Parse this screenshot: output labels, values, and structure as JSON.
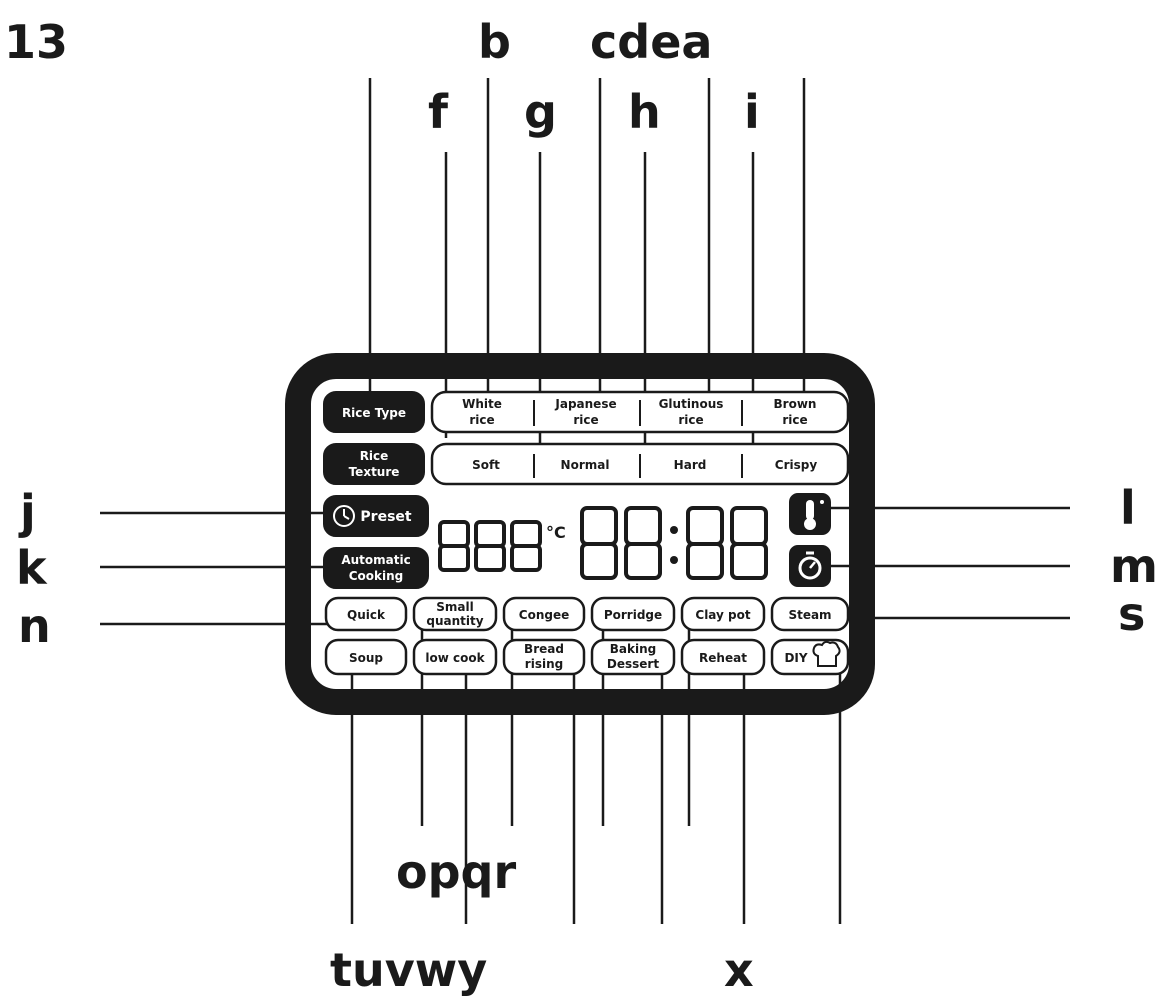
{
  "figure_number": "13",
  "callouts": {
    "b": "b",
    "cdea": "cdea",
    "f": "f",
    "g": "g",
    "h": "h",
    "i": "i",
    "j": "j",
    "k": "k",
    "l": "l",
    "m": "m",
    "n": "n",
    "s": "s",
    "opqr": "opqr",
    "tuvwy": "tuvwy",
    "x": "x"
  },
  "panel": {
    "rice_type": {
      "label": "Rice Type",
      "options": [
        [
          "White",
          "rice"
        ],
        [
          "Japanese",
          "rice"
        ],
        [
          "Glutinous",
          "rice"
        ],
        [
          "Brown",
          "rice"
        ]
      ]
    },
    "rice_texture": {
      "label": [
        "Rice",
        "Texture"
      ],
      "options": [
        "Soft",
        "Normal",
        "Hard",
        "Crispy"
      ]
    },
    "preset": "Preset",
    "automatic_cooking": [
      "Automatic",
      "Cooking"
    ],
    "temperature_display": {
      "digits": "888",
      "unit": "°C"
    },
    "time_display": {
      "digits": "88:88"
    },
    "icons": {
      "thermometer": "thermometer-icon",
      "timer": "timer-icon",
      "chef_hat": "chef-hat-icon",
      "clock": "clock-icon"
    },
    "programs_row1": [
      [
        "Quick"
      ],
      [
        "Small",
        "quantity"
      ],
      [
        "Congee"
      ],
      [
        "Porridge"
      ],
      [
        "Clay pot"
      ],
      [
        "Steam"
      ]
    ],
    "programs_row2": [
      [
        "Soup"
      ],
      [
        "low cook"
      ],
      [
        "Bread",
        "rising"
      ],
      [
        "Baking",
        "Dessert"
      ],
      [
        "Reheat"
      ],
      [
        "DIY"
      ]
    ]
  }
}
